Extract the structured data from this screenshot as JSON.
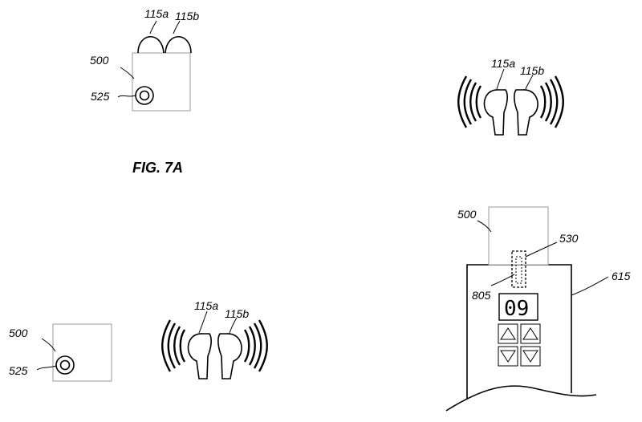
{
  "figure": {
    "caption": "FIG. 7A"
  },
  "labels": {
    "earbud_left": "115a",
    "earbud_right": "115b",
    "case": "500",
    "button": "525",
    "connector": "530",
    "port": "805",
    "device": "615"
  },
  "device": {
    "display_value": "09"
  },
  "colors": {
    "line": "#000000",
    "case_outline": "#9a9a9a",
    "background": "#ffffff"
  }
}
